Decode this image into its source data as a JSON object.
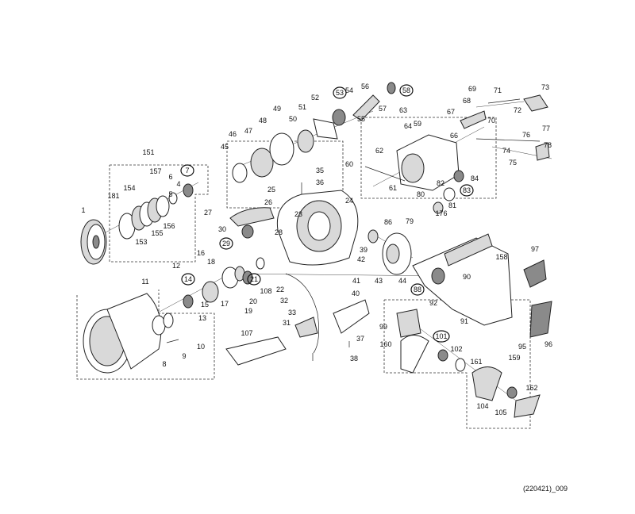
{
  "diagram": {
    "footer_code": "(220421)_009",
    "labels": [
      "1",
      "4",
      "5",
      "6",
      "7",
      "8",
      "9",
      "10",
      "11",
      "12",
      "13",
      "14",
      "15",
      "16",
      "17",
      "18",
      "19",
      "20",
      "21",
      "22",
      "23",
      "24",
      "25",
      "26",
      "27",
      "28",
      "29",
      "30",
      "31",
      "32",
      "33",
      "35",
      "36",
      "37",
      "38",
      "39",
      "40",
      "41",
      "42",
      "43",
      "44",
      "45",
      "46",
      "47",
      "48",
      "49",
      "50",
      "51",
      "52",
      "53",
      "54",
      "55",
      "56",
      "57",
      "58",
      "59",
      "60",
      "61",
      "62",
      "63",
      "64",
      "66",
      "67",
      "68",
      "69",
      "70",
      "71",
      "72",
      "73",
      "74",
      "75",
      "76",
      "77",
      "78",
      "79",
      "80",
      "81",
      "82",
      "83",
      "84",
      "86",
      "88",
      "90",
      "91",
      "92",
      "95",
      "96",
      "97",
      "99",
      "101",
      "102",
      "104",
      "105",
      "107",
      "108",
      "151",
      "153",
      "154",
      "155",
      "156",
      "157",
      "158",
      "159",
      "160",
      "161",
      "162",
      "176",
      "181"
    ],
    "circled_labels": [
      "7",
      "14",
      "21",
      "29",
      "53",
      "58",
      "83",
      "88",
      "101"
    ]
  }
}
